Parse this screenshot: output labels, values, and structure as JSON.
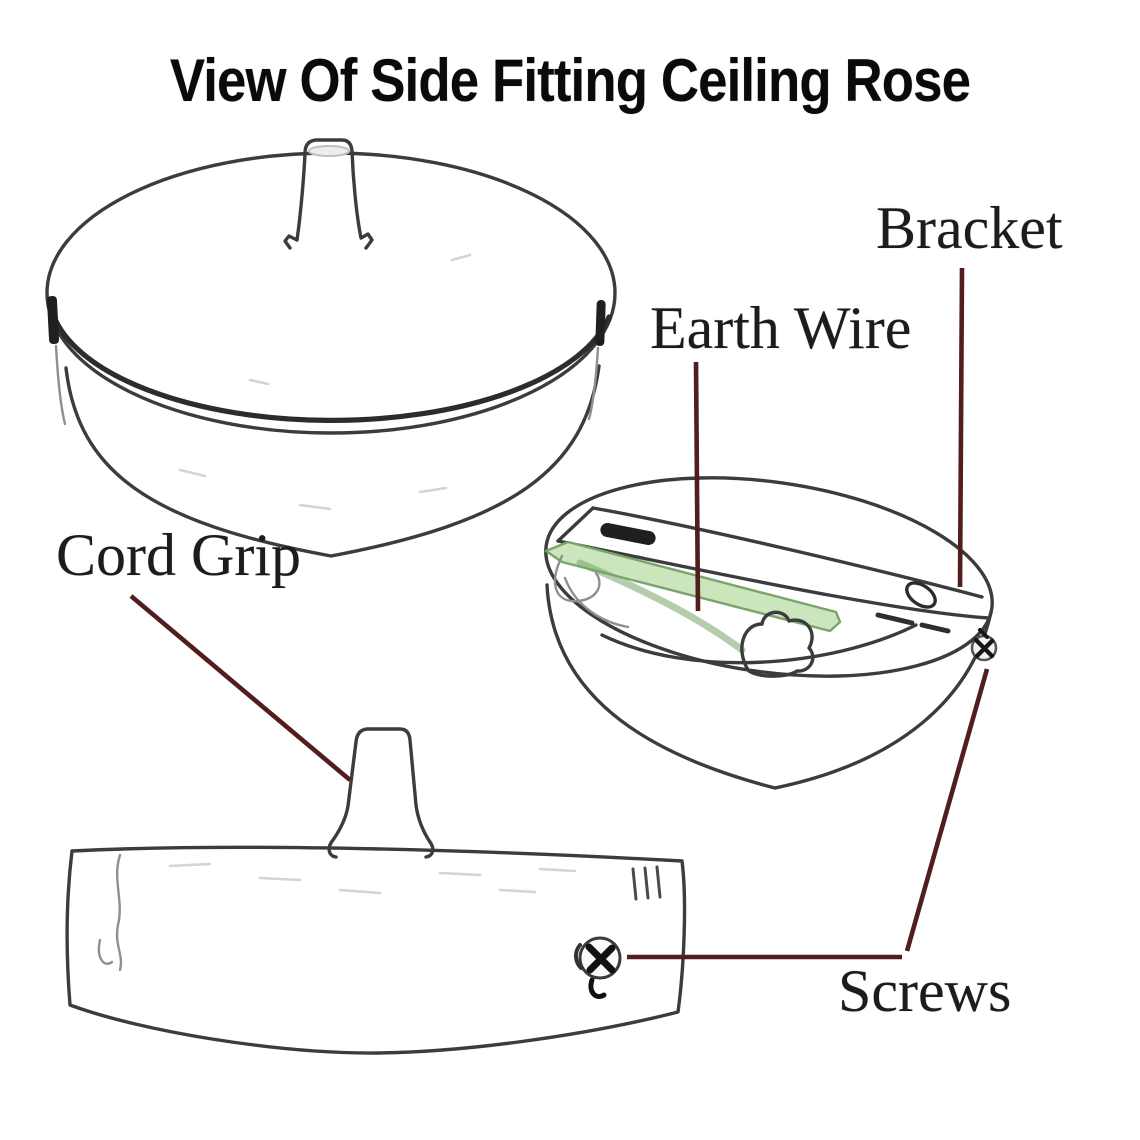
{
  "title": "View Of Side Fitting Ceiling Rose",
  "labels": {
    "bracket": "Bracket",
    "earth_wire": "Earth Wire",
    "cord_grip": "Cord Grip",
    "screws": "Screws"
  },
  "colors": {
    "background": "#ffffff",
    "title_text": "#0a0a0a",
    "label_text": "#1c1c1c",
    "leader_line": "#521d1d",
    "sketch_line": "#3c3c3c",
    "earth_wire_fill": "#cbe5bd",
    "earth_wire_stroke": "#79a46a",
    "slot_fill": "#1f1f1f"
  },
  "icons": {
    "side_view_figure": "ceiling-rose-side-view-drawing",
    "inside_view_figure": "ceiling-rose-inside-view-drawing",
    "base_view_figure": "ceiling-rose-base-side-view-drawing",
    "screw_head": "phillips-screw-head"
  }
}
